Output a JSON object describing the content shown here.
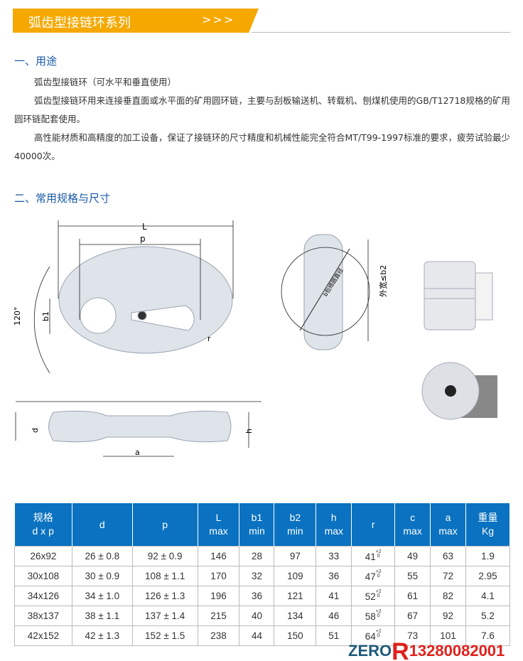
{
  "banner": {
    "title": "弧齿型接链环系列",
    "arrows": ">>>"
  },
  "section1": {
    "heading": "一、用途",
    "p1": "弧齿型接链环（可水平和垂直使用）",
    "p2": "弧齿型接链环用来连接垂直面或水平面的矿用圆环链，主要与刮板输送机、转载机、刨煤机使用的GB/T12718规格的矿用圆环链配套使用。",
    "p3": "高性能材质和高精度的加工设备，保证了接链环的尺寸精度和机械性能完全符合MT/T99-1997标准的要求，疲劳试验最少40000次。"
  },
  "section2": {
    "heading": "二、常用规格与尺寸"
  },
  "diagram": {
    "L": "L",
    "p": "p",
    "b1": "b1",
    "angle": "120°",
    "r": "r",
    "d": "d",
    "h": "h",
    "a": "a",
    "envelope": "b包络圆直径",
    "outer_width": "外宽≤b2"
  },
  "table": {
    "headers": [
      [
        "规格",
        "d x p"
      ],
      [
        "d",
        ""
      ],
      [
        "p",
        ""
      ],
      [
        "L",
        "max"
      ],
      [
        "b1",
        "min"
      ],
      [
        "b2",
        "min"
      ],
      [
        "h",
        "max"
      ],
      [
        "r",
        ""
      ],
      [
        "c",
        "max"
      ],
      [
        "a",
        "max"
      ],
      [
        "重量",
        "Kg"
      ]
    ],
    "rows": [
      [
        "26x92",
        "26 ± 0.8",
        "92 ± 0.9",
        "146",
        "28",
        "97",
        "33",
        "41",
        "49",
        "63",
        "1.9"
      ],
      [
        "30x108",
        "30 ± 0.9",
        "108 ± 1.1",
        "170",
        "32",
        "109",
        "36",
        "47",
        "55",
        "72",
        "2.95"
      ],
      [
        "34x126",
        "34 ± 1.0",
        "126 ± 1.3",
        "196",
        "36",
        "121",
        "41",
        "52",
        "61",
        "82",
        "4.1"
      ],
      [
        "38x137",
        "38 ± 1.1",
        "137 ± 1.4",
        "215",
        "40",
        "134",
        "46",
        "58",
        "67",
        "92",
        "5.2"
      ],
      [
        "42x152",
        "42 ± 1.3",
        "152 ± 1.5",
        "238",
        "44",
        "150",
        "51",
        "64",
        "73",
        "101",
        "7.6"
      ]
    ],
    "r_tol_upper": "+2",
    "r_tol_lower": "0"
  },
  "watermark": {
    "brand": "ZERO",
    "letter": "R",
    "phone": "13280082001"
  }
}
